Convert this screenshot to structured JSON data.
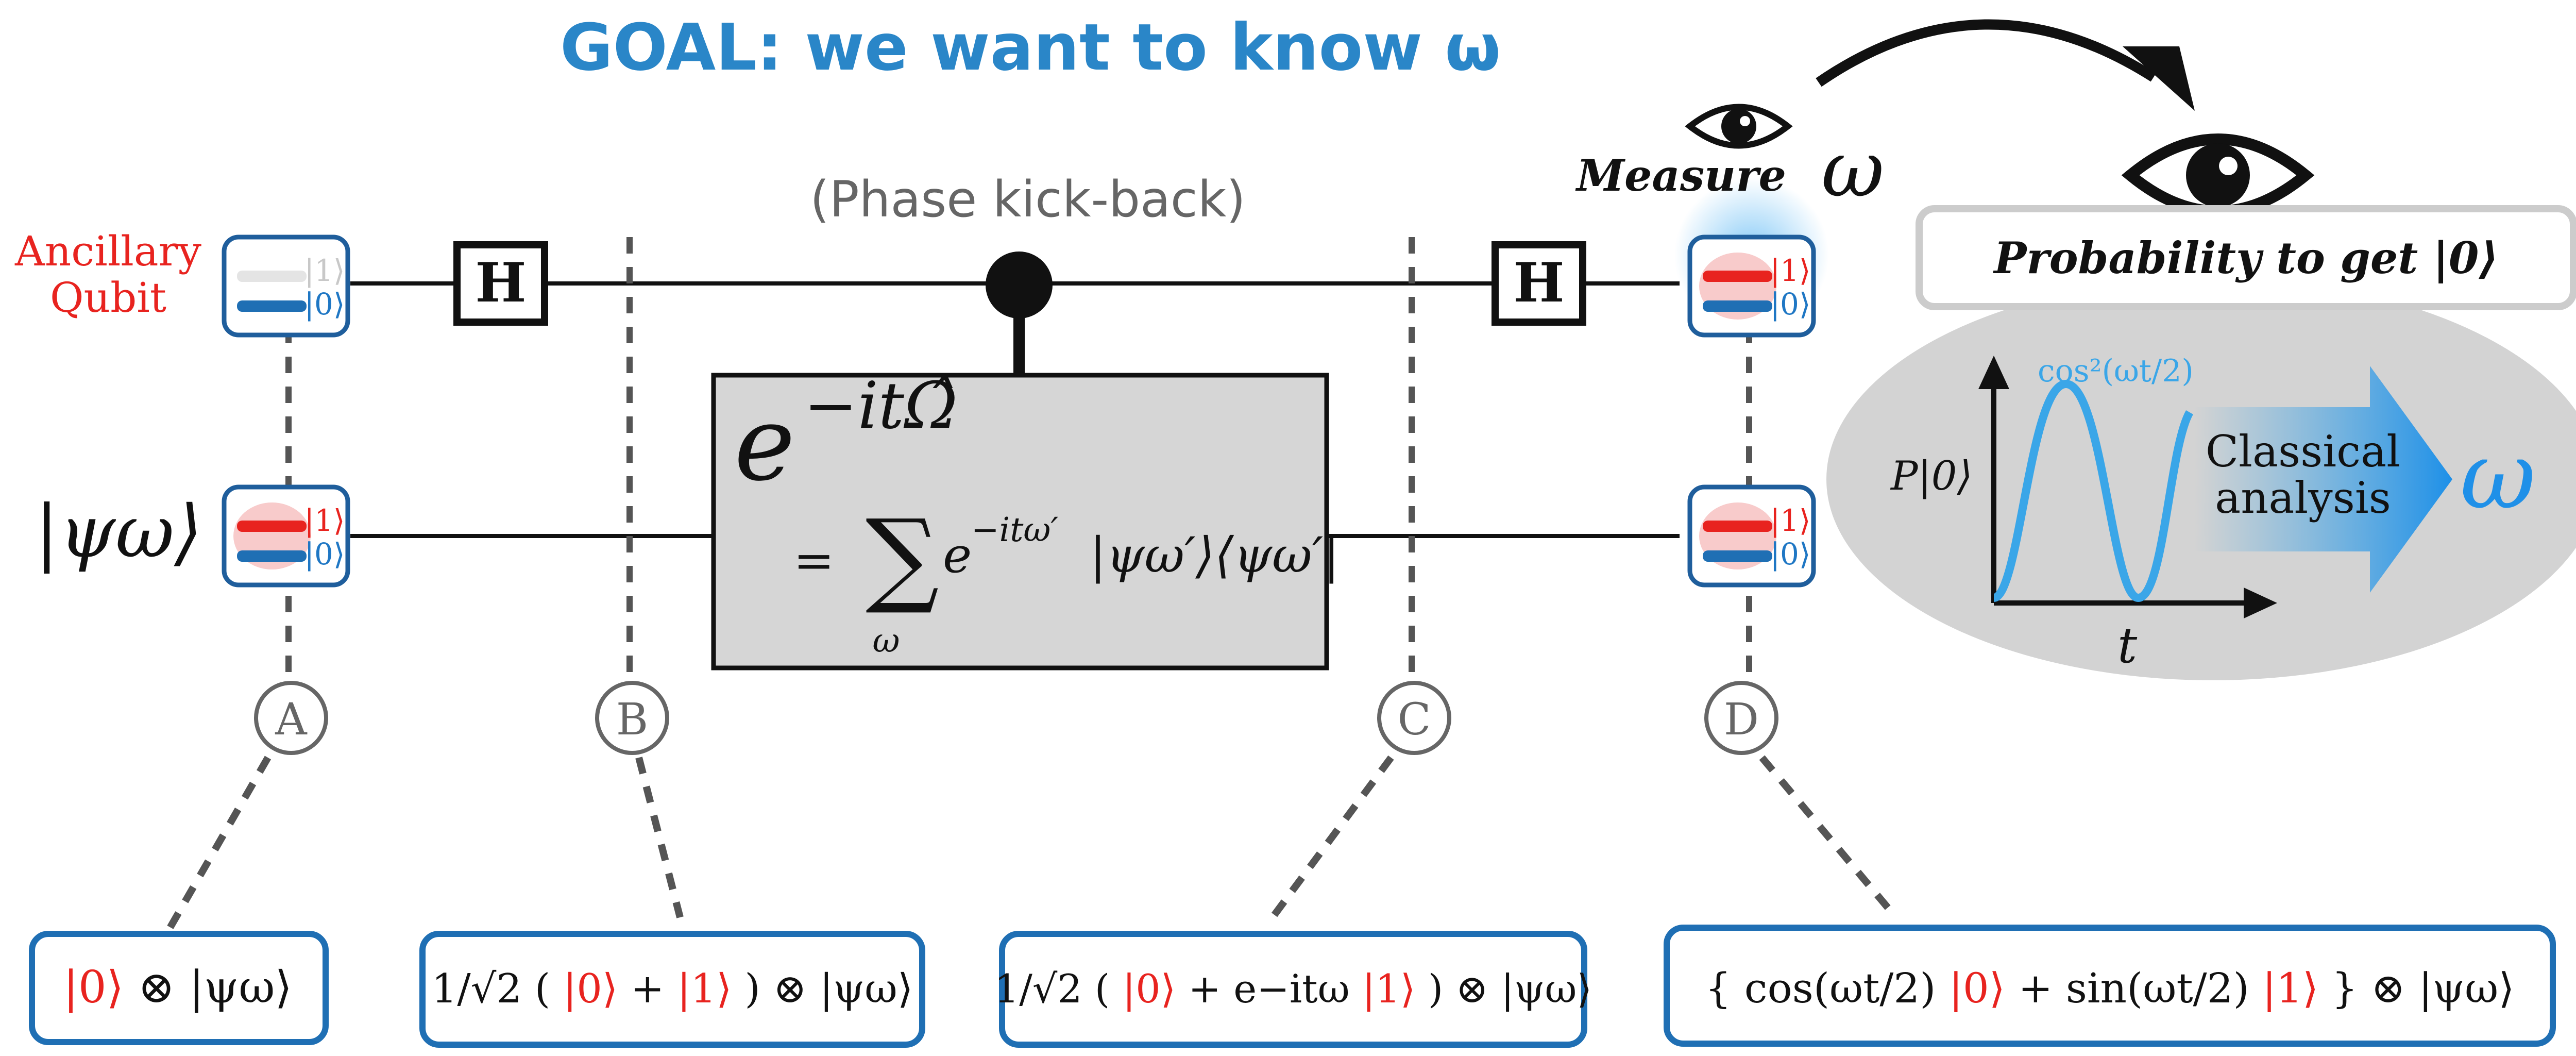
{
  "title": "GOAL: we want to know ω",
  "phase_label": "(Phase kick-back)",
  "ancilla_label_line1": "Ancillary",
  "ancilla_label_line2": "Qubit",
  "system_label": "|ψω⟩",
  "gate_h_1": "H",
  "gate_h_2": "H",
  "unitary": {
    "top": "e",
    "top_sup": "−itΩ̂",
    "eq": "=",
    "sum": "∑",
    "sum_sub": "ω",
    "rhs_e": "e",
    "rhs_sup": "−itω′",
    "rhs_ket": "|ψω′⟩⟨ψω′|"
  },
  "qubit_labels": {
    "ket1": "|1⟩",
    "ket0": "|0⟩"
  },
  "measure_label": "Measure",
  "omega": "ω",
  "probability_label": "Probability to get |0⟩",
  "plot": {
    "ylabel": "P|0⟩",
    "xlabel": "t",
    "curve_label": "cos²(ωt/2)"
  },
  "classical_line1": "Classical",
  "classical_line2": "analysis",
  "stages": [
    "A",
    "B",
    "C",
    "D"
  ],
  "state_A": {
    "ket0": "|0⟩",
    "rest": " ⊗ |ψω⟩"
  },
  "state_B": {
    "prefix": "1/√2 ( ",
    "ket0": "|0⟩",
    "mid": " + ",
    "ket1": "|1⟩",
    "rest": " ) ⊗ |ψω⟩"
  },
  "state_C": {
    "prefix": "1/√2 ( ",
    "ket0": "|0⟩",
    "mid": " + e−itω ",
    "ket1": "|1⟩",
    "rest": " ) ⊗ |ψω⟩"
  },
  "state_D": {
    "prefix": "{ cos(ωt/2) ",
    "ket0": "|0⟩",
    "mid": " + sin(ωt/2) ",
    "ket1": "|1⟩",
    "rest": " } ⊗ |ψω⟩"
  },
  "colors": {
    "blue": "#1f77c4",
    "title_blue": "#2a86c8",
    "red": "#e8231f",
    "gate_gray": "#d6d6d6",
    "ellipse_gray": "#d3d3d3",
    "curve_blue": "#3aa6e8",
    "dash_gray": "#555555"
  },
  "icons": [
    "eye-icon",
    "curved-arrow-icon",
    "qubit-icon",
    "control-dot-icon",
    "arrow-right-icon"
  ]
}
